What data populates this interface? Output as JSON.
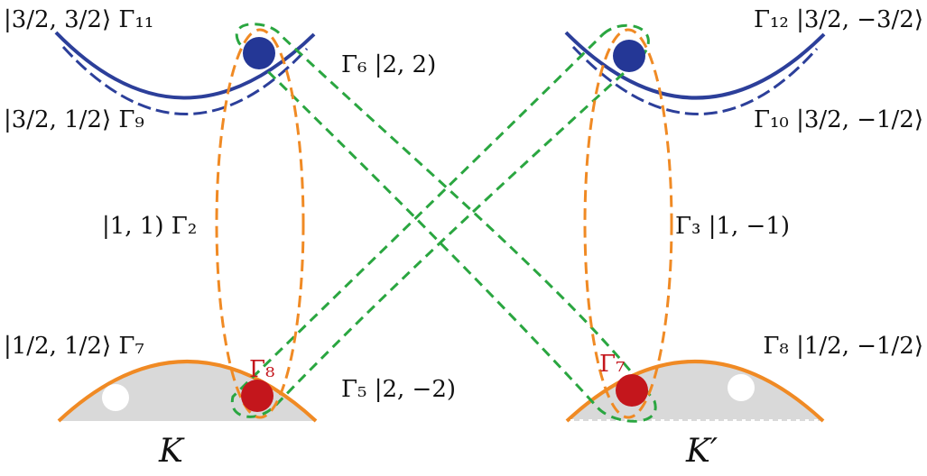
{
  "colors": {
    "conduction_band": "#2c3f9a",
    "valence_band": "#f08a24",
    "valence_fill": "#d9d9d9",
    "electron": "#243796",
    "hole": "#c4161c",
    "bright_exciton_loop": "#f08a24",
    "dark_exciton_loop": "#2aa640",
    "red_label": "#c4161c"
  },
  "labels": {
    "k_cb_upper": "|3/2, 3/2⟩ Γ₁₁",
    "k_cb_lower": "|3/2, 1/2⟩ Γ₉",
    "k_vb": "|1/2, 1/2⟩ Γ₇",
    "k_bright": "|1, 1) Γ₂",
    "k_hole_irrep": "Γ₈",
    "kp_cb_upper": "Γ₁₂ |3/2, −3/2⟩",
    "kp_cb_lower": "Γ₁₀ |3/2, −1/2⟩",
    "kp_vb": "Γ₈ |1/2, −1/2⟩",
    "kp_bright": "Γ₃ |1, −1)",
    "kp_hole_irrep": "Γ₇",
    "dark_upper": "Γ₆ |2, 2)",
    "dark_lower": "Γ₅ |2, −2)",
    "valley_k": "K",
    "valley_kp": "K′"
  }
}
